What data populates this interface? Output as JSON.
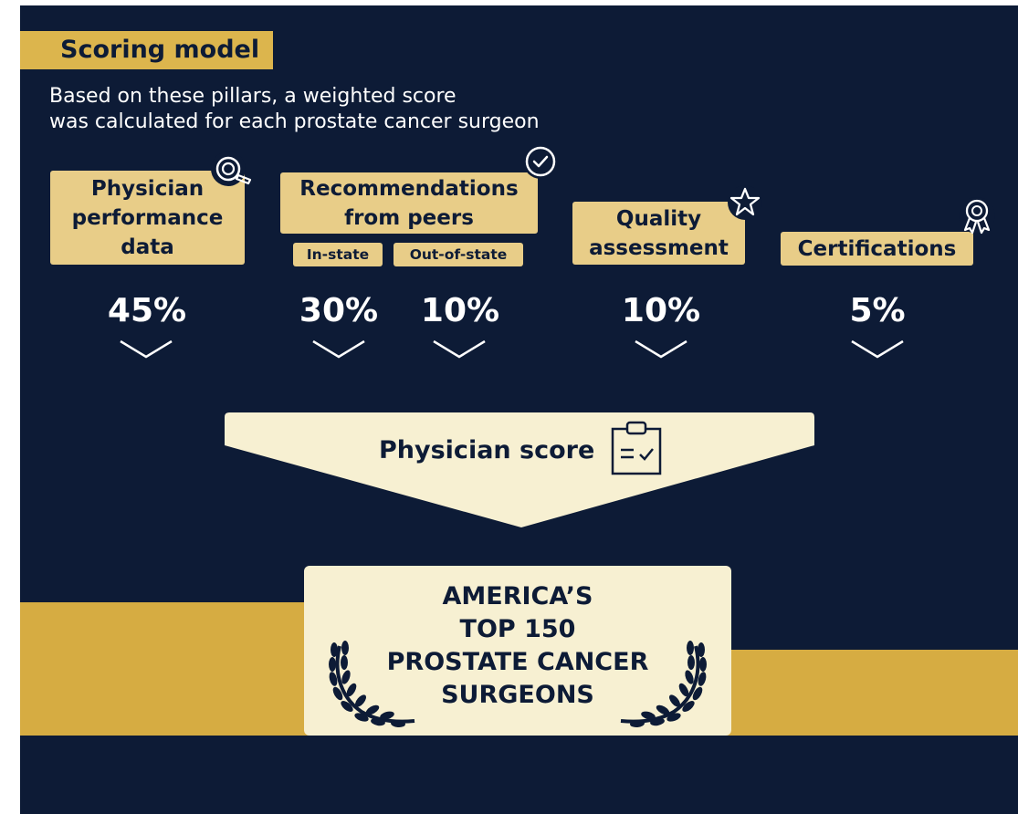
{
  "header": {
    "title": "Scoring model",
    "subtitle_line1": "Based on these pillars, a weighted score",
    "subtitle_line2": "was calculated for each prostate cancer surgeon"
  },
  "pillars": [
    {
      "lines": [
        "Physician",
        "performance",
        "data"
      ],
      "icon": "magnifier-icon",
      "weight": "45%"
    },
    {
      "lines": [
        "Recommendations",
        "from peers"
      ],
      "icon": "checkmark-circle-icon",
      "sub": [
        {
          "label": "In-state",
          "weight": "30%"
        },
        {
          "label": "Out-of-state",
          "weight": "10%"
        }
      ]
    },
    {
      "lines": [
        "Quality",
        "assessment"
      ],
      "icon": "star-icon",
      "weight": "10%"
    },
    {
      "lines": [
        "Certifications"
      ],
      "icon": "award-ribbon-icon",
      "weight": "5%"
    }
  ],
  "score": {
    "label": "Physician score",
    "icon": "clipboard-icon"
  },
  "result": {
    "lines": [
      "AMERICA’S",
      "TOP 150",
      "PROSTATE CANCER",
      "SURGEONS"
    ],
    "icon": "laurel-icon"
  },
  "colors": {
    "background": "#0d1b36",
    "gold": "#d6ac42",
    "card": "#e8cd88",
    "result_box": "#f7f0d2",
    "text_dark": "#0d1b36",
    "text_light": "#ffffff"
  }
}
